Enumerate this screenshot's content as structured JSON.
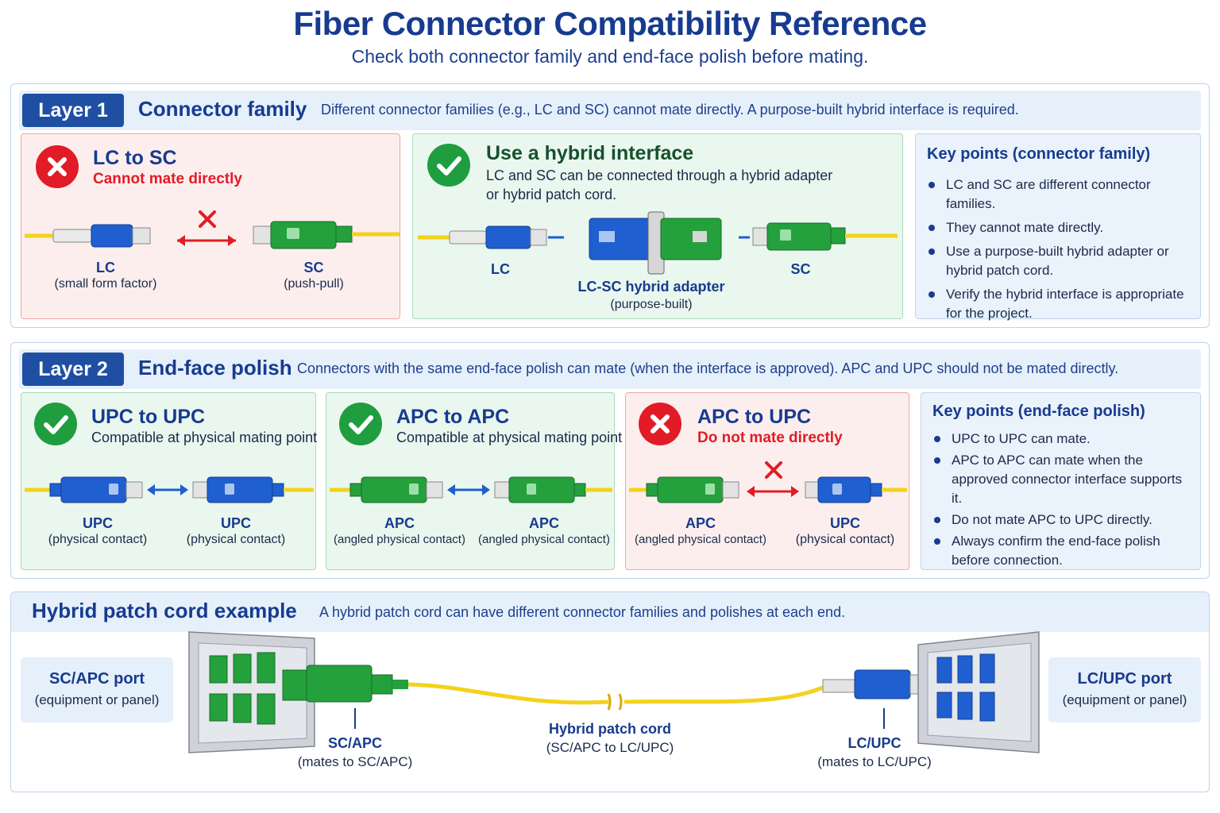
{
  "header": {
    "title": "Fiber Connector Compatibility Reference",
    "subtitle": "Check both connector family and end-face polish before mating."
  },
  "layer1": {
    "badge": "Layer 1",
    "name": "Connector family",
    "description": "Different connector families (e.g., LC and SC) cannot mate directly. A purpose-built hybrid interface is required.",
    "bad_panel": {
      "title": "LC to SC",
      "status": "Cannot mate directly",
      "left_label": "LC",
      "left_sub": "(small form factor)",
      "right_label": "SC",
      "right_sub": "(push-pull)"
    },
    "good_panel": {
      "title": "Use a hybrid interface",
      "body": "LC and SC can be connected through a hybrid adapter or hybrid patch cord.",
      "left_label": "LC",
      "center_label": "LC-SC hybrid adapter",
      "center_sub": "(purpose-built)",
      "right_label": "SC"
    },
    "key_points": {
      "title": "Key points (connector family)",
      "items": [
        "LC and SC are different connector families.",
        "They cannot mate directly.",
        "Use a purpose-built hybrid adapter or hybrid patch cord.",
        "Verify the hybrid interface is appropriate for the project."
      ]
    }
  },
  "layer2": {
    "badge": "Layer 2",
    "name": "End-face polish",
    "description": "Connectors with the same end-face polish can mate (when the interface is approved). APC and UPC should not be mated directly.",
    "upc_panel": {
      "title": "UPC to UPC",
      "status": "Compatible at physical mating point",
      "left_label": "UPC",
      "left_sub": "(physical contact)",
      "right_label": "UPC",
      "right_sub": "(physical contact)"
    },
    "apc_panel": {
      "title": "APC to APC",
      "status": "Compatible at physical mating point",
      "left_label": "APC",
      "left_sub": "(angled physical contact)",
      "right_label": "APC",
      "right_sub": "(angled physical contact)"
    },
    "mix_panel": {
      "title": "APC to UPC",
      "status": "Do not mate directly",
      "left_label": "APC",
      "left_sub": "(angled physical contact)",
      "right_label": "UPC",
      "right_sub": "(physical contact)"
    },
    "key_points": {
      "title": "Key points (end-face polish)",
      "items": [
        "UPC to UPC can mate.",
        "APC to APC can mate when the approved connector interface supports it.",
        "Do not mate APC to UPC directly.",
        "Always confirm the end-face polish before connection."
      ]
    }
  },
  "hybrid": {
    "name": "Hybrid patch cord example",
    "description": "A hybrid patch cord can have different connector families and polishes at each end.",
    "left_port_title": "SC/APC port",
    "left_port_sub": "(equipment or panel)",
    "right_port_title": "LC/UPC port",
    "right_port_sub": "(equipment or panel)",
    "left_end_label": "SC/APC",
    "left_end_sub": "(mates to SC/APC)",
    "cord_label": "Hybrid patch cord",
    "cord_sub": "(SC/APC to LC/UPC)",
    "right_end_label": "LC/UPC",
    "right_end_sub": "(mates to LC/UPC)"
  },
  "colors": {
    "title_blue": "#173b8f",
    "badge_blue": "#1e4fa3",
    "upc_blue": "#1f5fd0",
    "apc_green": "#24a03c",
    "fiber_yellow": "#f3d21c",
    "error_red": "#e11c26",
    "ok_green": "#1f9d3f"
  },
  "icons": {
    "bad": "x-circle-icon",
    "good": "check-circle-icon",
    "incompatible": "x-mark-icon",
    "compatible": "double-arrow-icon"
  }
}
